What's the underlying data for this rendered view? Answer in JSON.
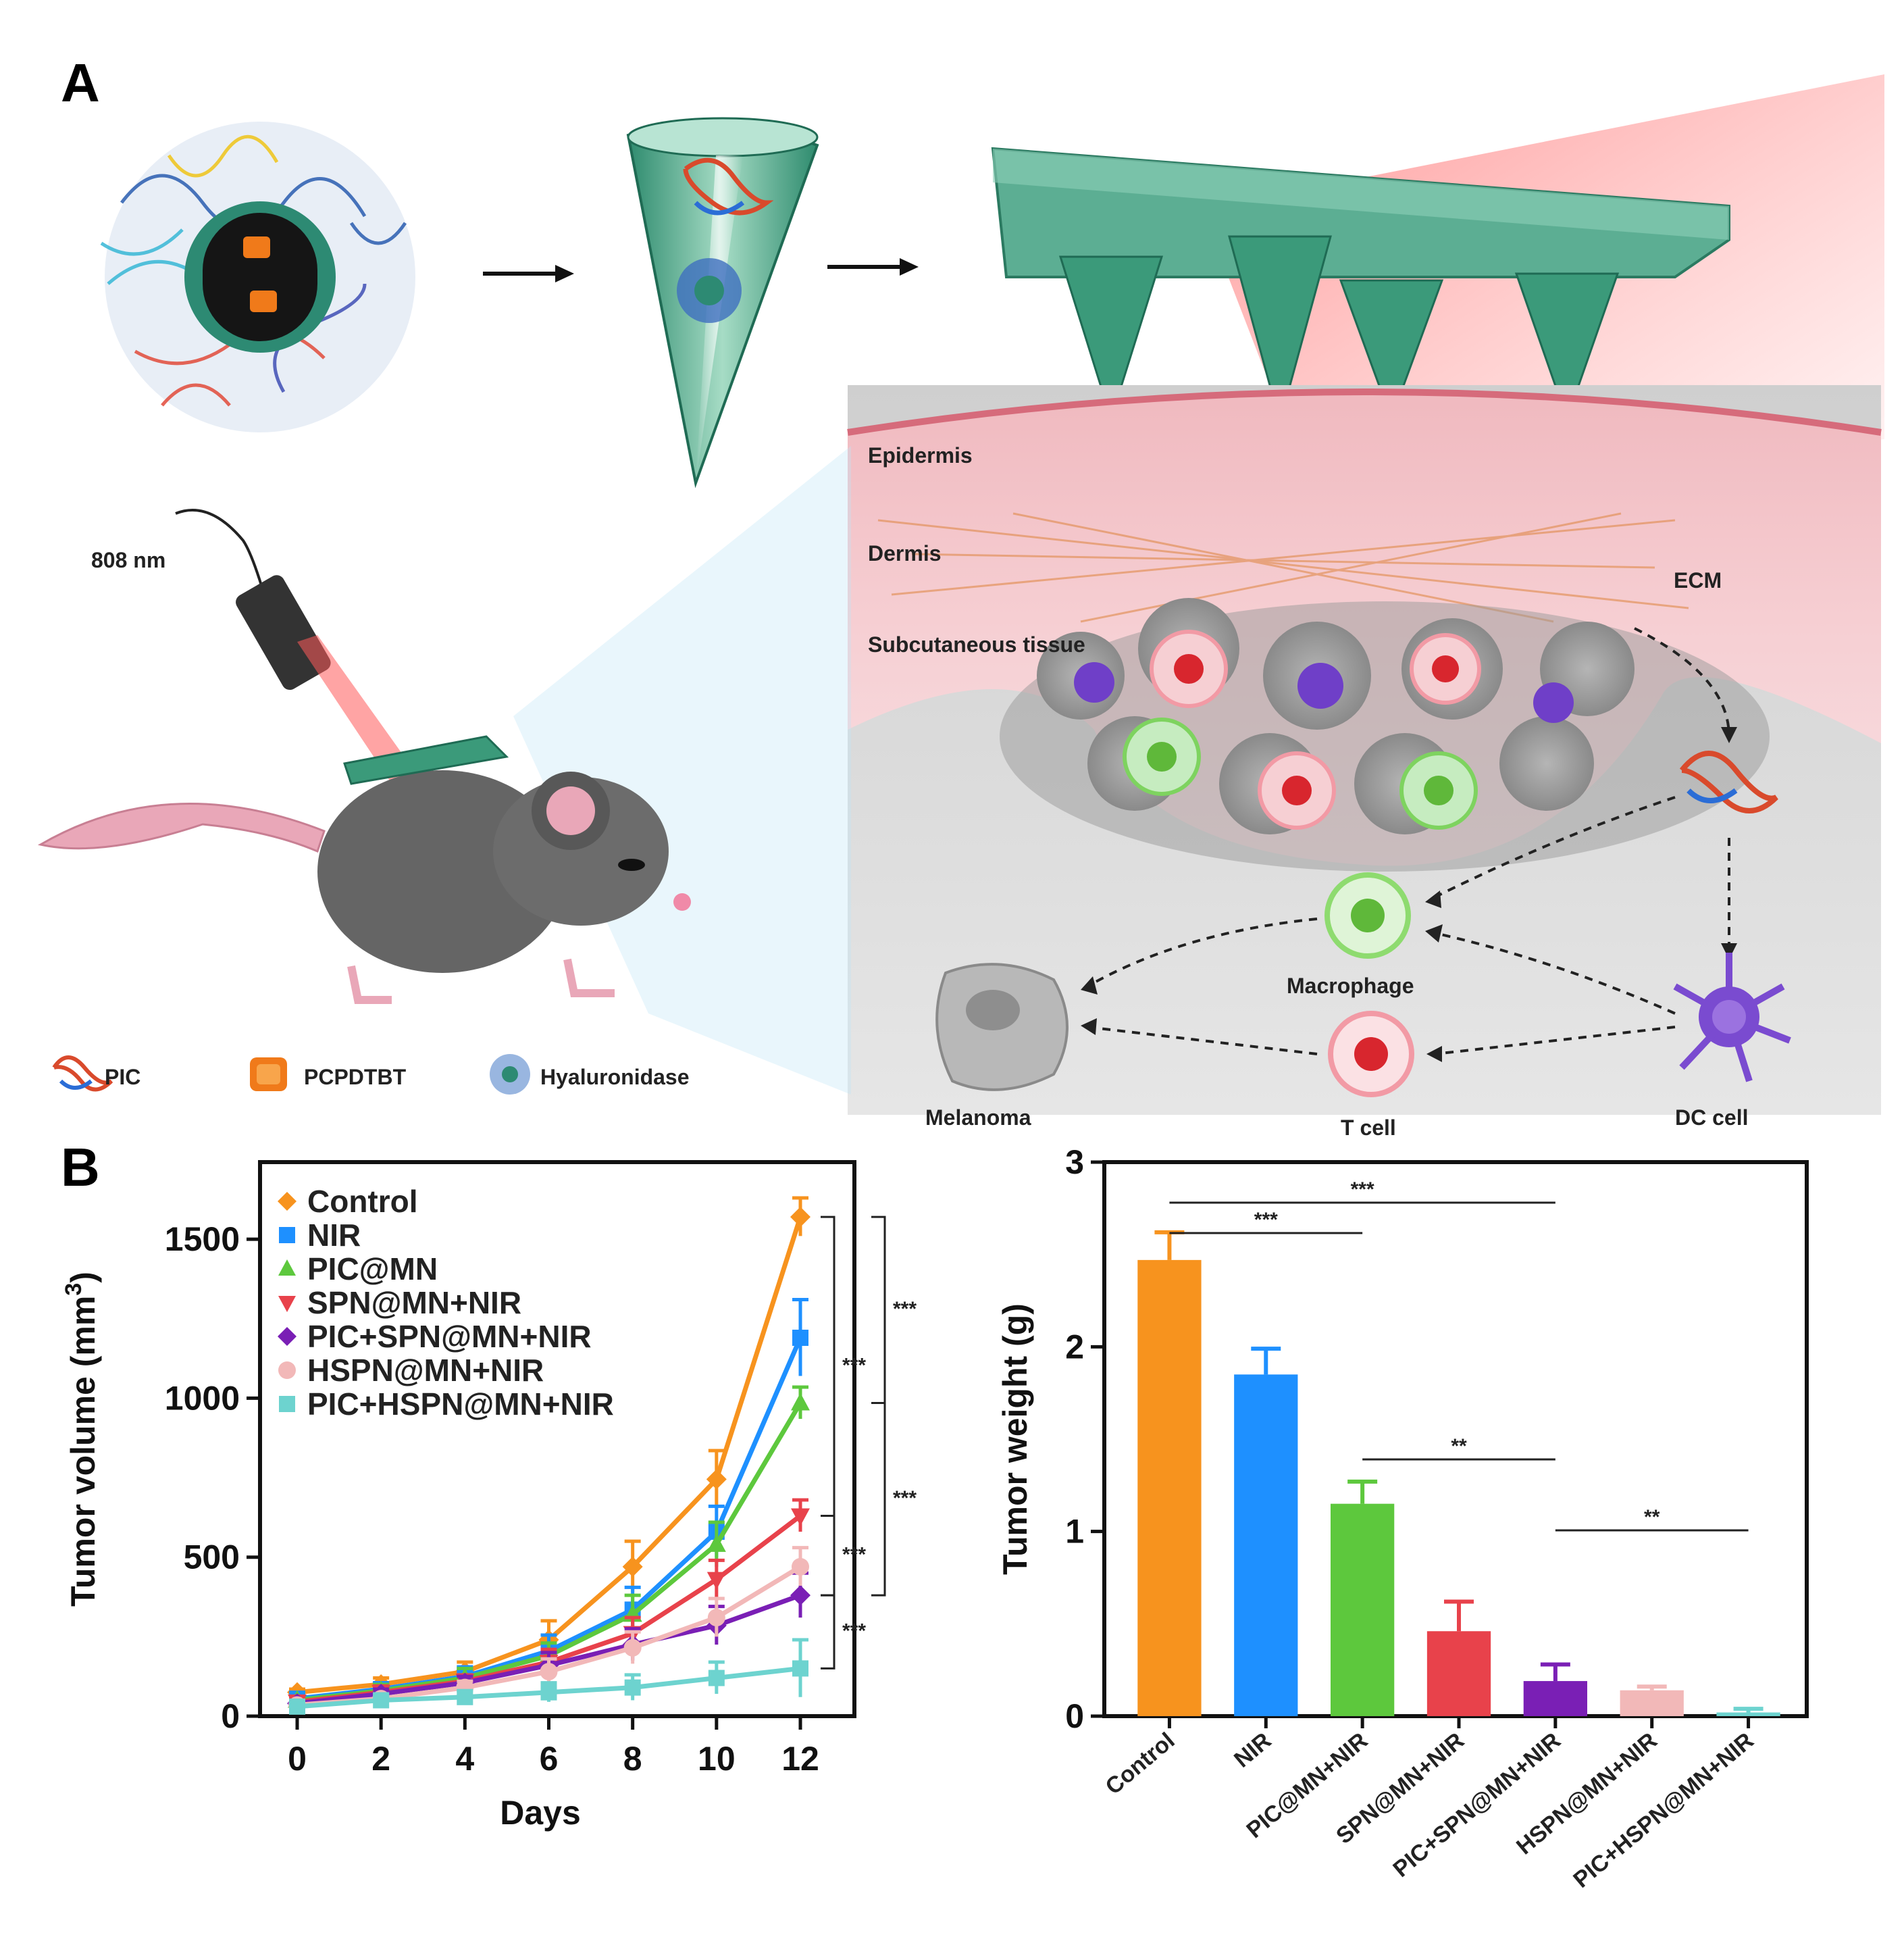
{
  "panel_a": {
    "letter": "A",
    "laser_label": "808 nm",
    "legend": [
      {
        "label": "PIC",
        "icon": "pic-dna-icon"
      },
      {
        "label": "PCPDTBT",
        "icon": "pcpdtbt-cube-icon"
      },
      {
        "label": "Hyaluronidase",
        "icon": "hyaluronidase-icon"
      }
    ],
    "layers": {
      "epidermis": "Epidermis",
      "dermis": "Dermis",
      "subcutaneous": "Subcutaneous tissue",
      "ecm": "ECM"
    },
    "cells": {
      "macrophage": "Macrophage",
      "melanoma": "Melanoma",
      "t_cell": "T cell",
      "dc_cell": "DC cell"
    }
  },
  "panel_b": {
    "letter": "B"
  },
  "chart_data": [
    {
      "type": "line",
      "xlabel": "Days",
      "ylabel": "Tumor volume (mm³)",
      "ylabel_main": "Tumor volume (mm",
      "ylabel_sup": "3",
      "ylabel_end": ")",
      "xlim": [
        0,
        12
      ],
      "ylim": [
        0,
        1700
      ],
      "x": [
        0,
        2,
        4,
        6,
        8,
        10,
        12
      ],
      "x_ticks": [
        "0",
        "2",
        "4",
        "6",
        "8",
        "10",
        "12"
      ],
      "y_ticks": [
        0,
        500,
        1000,
        1500
      ],
      "y_tick_labels": [
        "0",
        "500",
        "1000",
        "1500"
      ],
      "series": [
        {
          "name": "Control",
          "color": "#f7931e",
          "marker": "diamond",
          "values": [
            75,
            100,
            140,
            240,
            470,
            745,
            1570
          ],
          "err": [
            10,
            20,
            30,
            60,
            80,
            90,
            60
          ]
        },
        {
          "name": "NIR",
          "color": "#1e90ff",
          "marker": "square",
          "values": [
            55,
            85,
            125,
            205,
            335,
            580,
            1190
          ],
          "err": [
            10,
            20,
            30,
            50,
            70,
            80,
            120
          ]
        },
        {
          "name": "PIC@MN",
          "color": "#5dc83d",
          "marker": "triangle",
          "values": [
            50,
            80,
            120,
            190,
            320,
            540,
            985
          ],
          "err": [
            10,
            20,
            30,
            40,
            60,
            70,
            50
          ]
        },
        {
          "name": "SPN@MN+NIR",
          "color": "#e8424b",
          "marker": "triangle-down",
          "values": [
            45,
            75,
            110,
            170,
            260,
            430,
            630
          ],
          "err": [
            10,
            20,
            20,
            40,
            50,
            60,
            50
          ]
        },
        {
          "name": "PIC+SPN@MN+NIR",
          "color": "#7a1fb5",
          "marker": "diamond",
          "values": [
            40,
            70,
            105,
            160,
            225,
            285,
            380
          ],
          "err": [
            10,
            15,
            20,
            40,
            50,
            60,
            70
          ]
        },
        {
          "name": "HSPN@MN+NIR",
          "color": "#f2b8b8",
          "marker": "circle",
          "values": [
            35,
            55,
            90,
            140,
            215,
            310,
            470
          ],
          "err": [
            10,
            15,
            20,
            40,
            50,
            60,
            60
          ]
        },
        {
          "name": "PIC+HSPN@MN+NIR",
          "color": "#6dd3cf",
          "marker": "square",
          "values": [
            30,
            50,
            60,
            75,
            90,
            120,
            150
          ],
          "err": [
            10,
            15,
            20,
            30,
            40,
            50,
            90
          ]
        }
      ],
      "significance": [
        {
          "label": "***",
          "y1": 1570,
          "y2": 630
        },
        {
          "label": "***",
          "y1": 630,
          "y2": 380
        },
        {
          "label": "***",
          "y1": 380,
          "y2": 150
        },
        {
          "label": "***",
          "y1": 1570,
          "y2": 985
        },
        {
          "label": "***",
          "y1": 985,
          "y2": 380
        }
      ],
      "grid": false,
      "legend_position": "top-left"
    },
    {
      "type": "bar",
      "ylabel": "Tumor weight (g)",
      "ylim": [
        0,
        3
      ],
      "y_ticks": [
        0,
        1,
        2,
        3
      ],
      "y_tick_labels": [
        "0",
        "1",
        "2",
        "3"
      ],
      "categories": [
        "Control",
        "NIR",
        "PIC@MN+NIR",
        "SPN@MN+NIR",
        "PIC+SPN@MN+NIR",
        "HSPN@MN+NIR",
        "PIC+HSPN@MN+NIR"
      ],
      "values": [
        2.47,
        1.85,
        1.15,
        0.46,
        0.19,
        0.14,
        0.02
      ],
      "err": [
        0.15,
        0.14,
        0.12,
        0.16,
        0.09,
        0.02,
        0.02
      ],
      "colors": [
        "#f7931e",
        "#1e90ff",
        "#5dc83d",
        "#e8424b",
        "#7a1fb5",
        "#f2b8b8",
        "#6dd3cf"
      ],
      "significance": [
        {
          "label": "***",
          "from": 0,
          "to": 4
        },
        {
          "label": "***",
          "from": 0,
          "to": 2
        },
        {
          "label": "**",
          "from": 2,
          "to": 4
        },
        {
          "label": "**",
          "from": 4,
          "to": 6
        }
      ],
      "grid": false
    }
  ]
}
